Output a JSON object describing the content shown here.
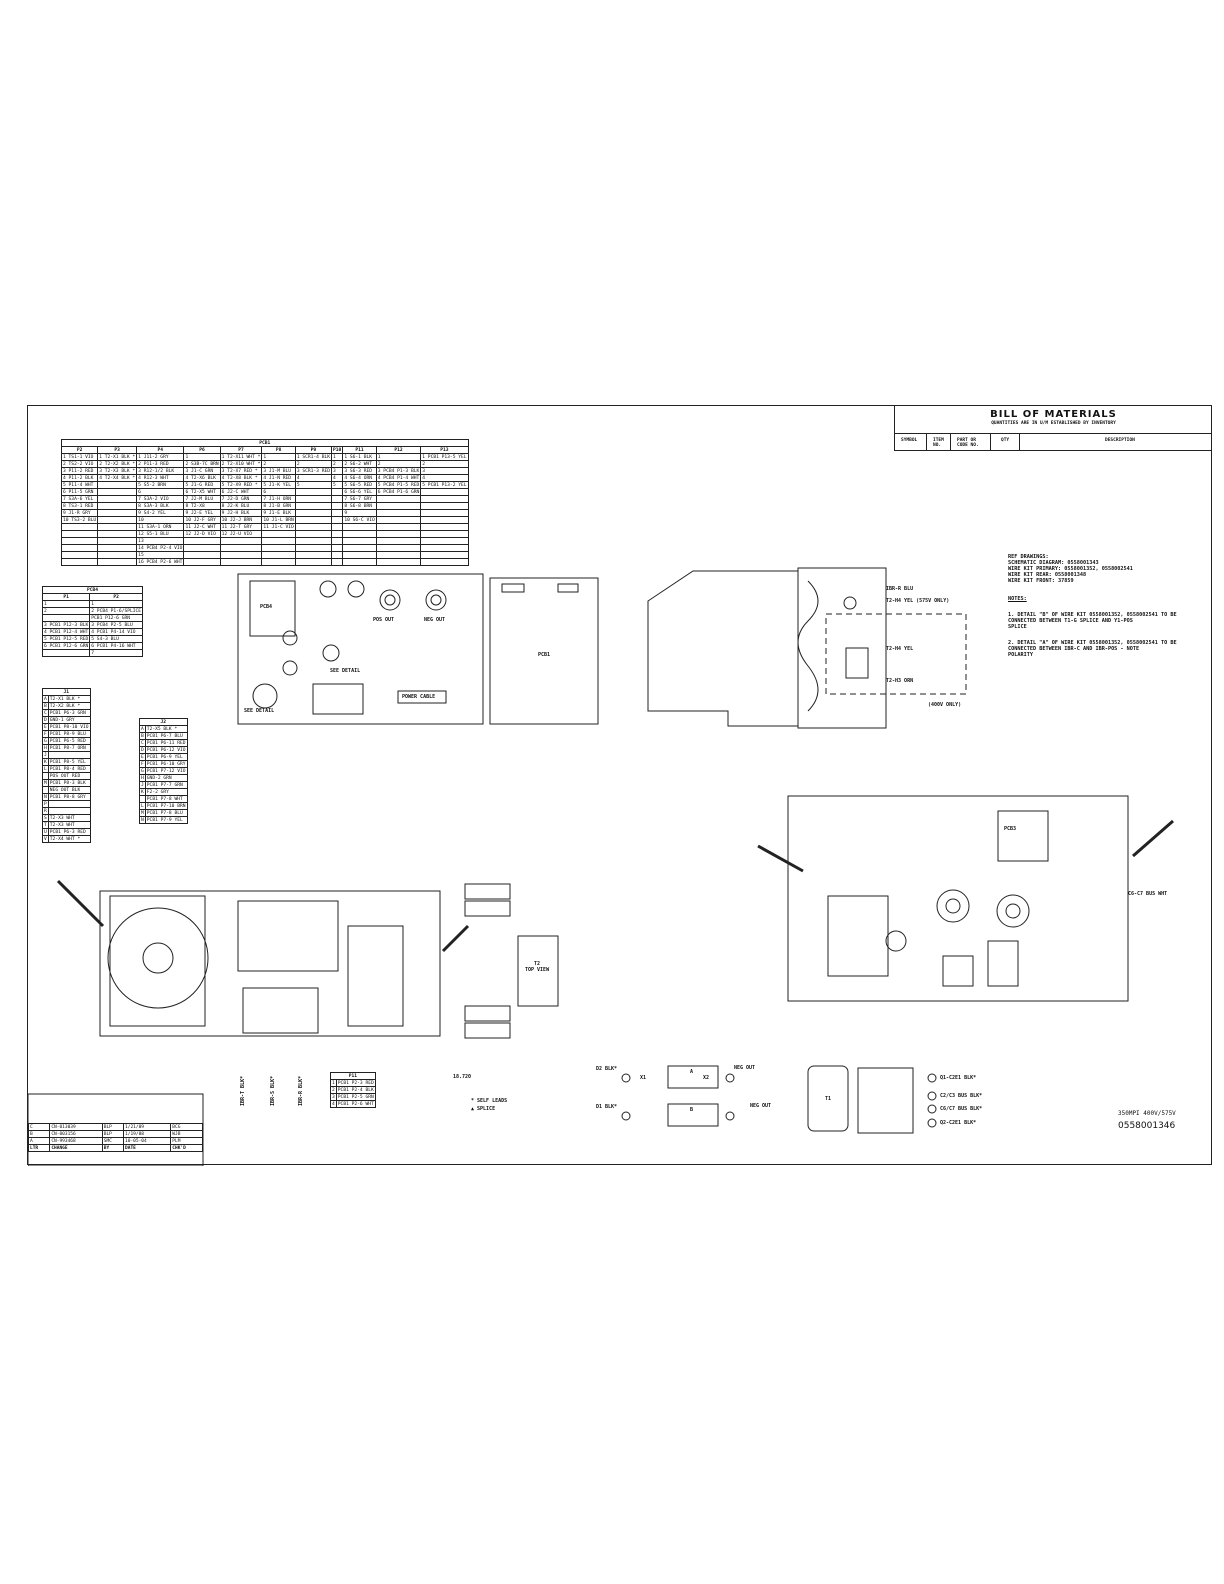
{
  "bom": {
    "title": "BILL OF MATERIALS",
    "subtitle": "QUANTITIES ARE IN U/M ESTABLISHED BY INVENTORY",
    "columns": [
      "SYMBOL",
      "ITEM NO.",
      "PART OR CODE NO.",
      "QTY",
      "DESCRIPTION"
    ]
  },
  "ref": {
    "heading": "REF DRAWINGS:",
    "lines": [
      "SCHEMATIC DIAGRAM: 0558001343",
      "WIRE KIT PRIMARY: 0558001352, 0558002541",
      "WIRE KIT REAR: 0558001348",
      "WIRE KIT FRONT: 37859"
    ]
  },
  "notes": {
    "heading": "NOTES:",
    "items": [
      "1.  DETAIL \"B\" OF WIRE KIT 0558001352, 0558002541 TO BE",
      "    CONNECTED BETWEEN T1-G SPLICE AND Y1-POS",
      "    SPLICE",
      "2.  DETAIL \"A\" OF WIRE KIT 0558001352, 0558002541 TO BE",
      "    CONNECTED BETWEEN IBR-C AND IBR-POS - NOTE",
      "    POLARITY"
    ]
  },
  "pcb1_table": {
    "title": "PCB1",
    "headers": [
      "P2",
      "P3",
      "P4",
      "P6",
      "P7",
      "P8",
      "P9",
      "P10",
      "P11",
      "P12",
      "P13"
    ],
    "rows": [
      [
        "1  TS1-1 VIO",
        "1  T2-X1 BLK *",
        "1  J11-2 GRY",
        "1",
        "1  T2-X11 WHT *",
        "1",
        "1  SCR1-4 BLK",
        "1",
        "1  S6-1 BLK",
        "1",
        "1  PCB1 P13-5 YEL"
      ],
      [
        "2  TS2-2 VIO",
        "2  T2-X2 BLK *",
        "2  P11-3 RED",
        "2  S3B-7C BRN",
        "2  T2-X10 WHT *",
        "2",
        "2",
        "2",
        "2  S6-2 WHT",
        "2",
        "2"
      ],
      [
        "3  P11-2 RED",
        "3  T2-X3 BLK *",
        "3  R12-1/2 BLK",
        "3  J1-C GRN",
        "3  T2-X7 RED *",
        "3  J1-M BLU",
        "3  SCR1-3 RED",
        "3",
        "3  S6-3 RED",
        "3  PCB4 P1-3 BLK",
        "3"
      ],
      [
        "4  P11-2 BLK",
        "4  T2-X4 BLK *",
        "4  R12-3 WHT",
        "4  T2-X6 BLK",
        "4  T2-X8 BLK *",
        "4  J1-N RED",
        "4",
        "4",
        "4  S6-4 ORN",
        "4  PCB4 P1-4 WHT",
        "4"
      ],
      [
        "5  P11-4 WHT",
        "",
        "5  S5-2 BRN",
        "5  J1-G RED",
        "5  T2-X9 RED *",
        "5  J1-K YEL",
        "5",
        "5",
        "5  S6-5 RED",
        "5  PCB4 P1-5 RED",
        "5  PCB1 P13-2 YEL"
      ],
      [
        "6  P11-5 GRN",
        "",
        "6",
        "6  T2-X5 WHT",
        "6  J2-C WHT",
        "6",
        "",
        "",
        "6  S6-6 YEL",
        "6  PCB4 P1-6 GRN",
        ""
      ],
      [
        "7  S3A-6 YEL",
        "",
        "7  S3A-2 VIO",
        "7  J2-M BLU",
        "7  J2-D GRN",
        "7  J1-H ORN",
        "",
        "",
        "7  S6-7 GRY",
        "",
        ""
      ],
      [
        "8  TS3-1 RED",
        "",
        "8  S3A-3 BLK",
        "8  T2-X8",
        "8  J2-K BLU",
        "8  J1-B GRN",
        "",
        "",
        "8  S6-8 BRN",
        "",
        ""
      ],
      [
        "9  J1-R GRY",
        "",
        "9  S4-2 YEL",
        "9  J2-E YEL",
        "9  J2-H BLK",
        "9  J1-E BLK",
        "",
        "",
        "9",
        "",
        ""
      ],
      [
        "10 TS3-2 BLU",
        "",
        "10",
        "10 J2-F GRY",
        "10 J2-J BRN",
        "10 J1-L BRN",
        "",
        "",
        "10 S6-C VIO",
        "",
        ""
      ],
      [
        "",
        "",
        "11 S3A-1 ORN",
        "11 J2-C WHT",
        "11 J2-T GRY",
        "11 J1-C VIO",
        "",
        "",
        "",
        "",
        ""
      ],
      [
        "",
        "",
        "12 S5-1 BLU",
        "12 J2-D VIO",
        "12 J2-U VIO",
        "",
        "",
        "",
        "",
        "",
        ""
      ],
      [
        "",
        "",
        "13",
        "",
        "",
        "",
        "",
        "",
        "",
        "",
        ""
      ],
      [
        "",
        "",
        "14 PCB4 P2-4 VIO",
        "",
        "",
        "",
        "",
        "",
        "",
        "",
        ""
      ],
      [
        "",
        "",
        "15",
        "",
        "",
        "",
        "",
        "",
        "",
        "",
        ""
      ],
      [
        "",
        "",
        "16 PCB4 P2-6 WHT",
        "",
        "",
        "",
        "",
        "",
        "",
        "",
        ""
      ]
    ]
  },
  "pcb4_table": {
    "title": "PCB4",
    "headers": [
      "P1",
      "P2"
    ],
    "rows": [
      [
        "1",
        "1"
      ],
      [
        "2",
        "2  PCB4 P1-6/SPLICE"
      ],
      [
        "",
        "   PCB1 P12-6 GRN"
      ],
      [
        "3  PCB1 P12-3 BLK",
        "3  PCB4 P2-5 BLU"
      ],
      [
        "4  PCB1 P12-4 WHT",
        "4  PCB1 P4-14 VIO"
      ],
      [
        "5  PCB1 P12-5 RED",
        "5  S4-3 BLU"
      ],
      [
        "6  PCB1 P12-6 GRN",
        "6  PCB1 P4-16 WHT"
      ],
      [
        "",
        "7"
      ]
    ]
  },
  "j1_table": {
    "title": "J1",
    "rows": [
      [
        "A",
        "T2-X1 BLK *"
      ],
      [
        "B",
        "T2-X2 BLK *"
      ],
      [
        "C",
        "PCB1 P6-3 GRN"
      ],
      [
        "D",
        "GND-1 GRY"
      ],
      [
        "E",
        "PCB1 P8-10 VIO"
      ],
      [
        "F",
        "PCB1 P8-9 BLU"
      ],
      [
        "G",
        "PCB1 P6-5 RED"
      ],
      [
        "H",
        "PCB1 P8-7 ORN"
      ],
      [
        "J",
        ""
      ],
      [
        "K",
        "PCB1 P8-5 YEL"
      ],
      [
        "L",
        "PCB1 P8-4 RED"
      ],
      [
        "",
        "POS OUT RED"
      ],
      [
        "M",
        "PCB1 P8-3 BLK"
      ],
      [
        "",
        "NEG OUT BLK"
      ],
      [
        "N",
        "PCB1 P8-8 GRY"
      ],
      [
        "P",
        ""
      ],
      [
        "R",
        ""
      ],
      [
        "S",
        "T2-X3 WHT"
      ],
      [
        "T",
        "T2-X3 WHT"
      ],
      [
        "U",
        "PCB1 P6-3 RED"
      ],
      [
        "V",
        "T2-X4 WHT *"
      ]
    ]
  },
  "j2_table": {
    "title": "J2",
    "rows": [
      [
        "A",
        "T2-X5 BLK *"
      ],
      [
        "B",
        "PCB1 P6-7 BLU"
      ],
      [
        "C",
        "PCB1 P6-11 RED"
      ],
      [
        "D",
        "PCB1 P6-12 VIO"
      ],
      [
        "E",
        "PCB1 P6-9 YEL"
      ],
      [
        "F",
        "PCB1 P6-10 GRY"
      ],
      [
        "G",
        "PCB1 P7-12 VIO"
      ],
      [
        "H",
        "GND-2 GRN"
      ],
      [
        "J",
        "PCB1 P7-7 GRN"
      ],
      [
        "K",
        "F2-2 GRY"
      ],
      [
        "",
        "PCB1 P7-8 WHT"
      ],
      [
        "L",
        "PCB1 P7-10 BRN"
      ],
      [
        "M",
        "PCB1 P7-8 BLU"
      ],
      [
        "N",
        "PCB1 P7-9 YEL"
      ]
    ]
  },
  "p11_table": {
    "title": "P11",
    "rows": [
      [
        "1",
        "PCB1 P2-3 RED"
      ],
      [
        "2",
        "PCB1 P2-4 BLK"
      ],
      [
        "3",
        "PCB1 P2-5 GRN"
      ],
      [
        "4",
        "PCB1 P2-6 WHT"
      ]
    ]
  },
  "labels": {
    "pcb4": "PCB4",
    "pcb1": "PCB1",
    "pcb3": "PCB3",
    "pos_out": "POS OUT",
    "neg_out": "NEG OUT",
    "power_cable": "POWER CABLE",
    "see_detail": "SEE DETAIL",
    "t2_top_view": "T2\nTOP VIEW",
    "v400_only": "(400V ONLY)",
    "t2h4": "T2-H4 YEL (575V ONLY)",
    "t2h4b": "T2-H4 YEL",
    "t2h3": "T2-H3 ORN",
    "ibr_r_blu": "IBR-R BLU",
    "c6c7_bus": "C6-C7 BUS WHT",
    "legend_self": "* SELF LEADS",
    "legend_splice": "▲ SPLICE",
    "dim": "18.720",
    "model": "350MPI 400V/575V",
    "drawing_number": "0558001346"
  },
  "bottom_left_labels": [
    "IBR-T BLK*",
    "IBR-S BLK*",
    "IBR-R BLK*"
  ],
  "bottom_center": {
    "d2": "D2 BLK*",
    "d1": "D1 BLK*",
    "neg_out_a": "NEG OUT",
    "neg_out_b": "NEG OUT",
    "x1": "X1",
    "x2": "X2",
    "a": "A",
    "b": "B",
    "t1": "T1",
    "right_labels": [
      "Q1-C2E1 BLK*",
      "C2/C3 BUS BLK*",
      "C6/C7 BUS BLK*",
      "Q2-C2E1 BLK*"
    ]
  },
  "revisions": {
    "rows": [
      [
        "C",
        "CN-013039",
        "BLP",
        "1/21/09",
        "BCG"
      ],
      [
        "B",
        "CN-003156",
        "BLP",
        "1/19/08",
        "WJB"
      ],
      [
        "A",
        "CN-993468",
        "SMC",
        "10-05-04",
        "PLM"
      ]
    ],
    "header": [
      "LTR",
      "CHANGE",
      "BY",
      "DATE",
      "CHK'D"
    ]
  }
}
